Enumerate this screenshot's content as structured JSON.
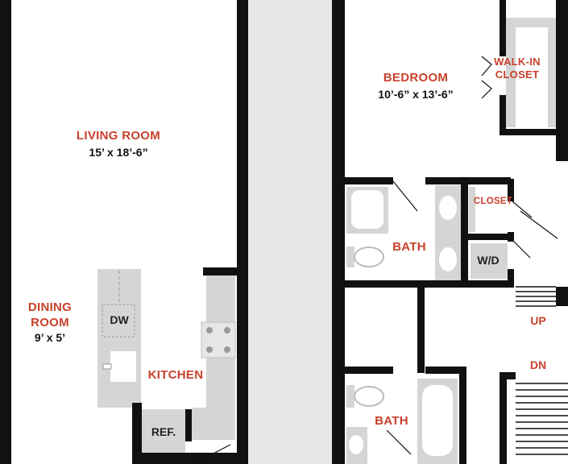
{
  "colors": {
    "wall": "#111111",
    "fixture": "#d5d5d5",
    "corridor": "#e6e6e6",
    "label": "#c8412b",
    "dimension": "#111111"
  },
  "rooms": {
    "living_room": {
      "name": "LIVING ROOM",
      "size": "15’ x  18’-6”"
    },
    "dining_room": {
      "name_line1": "DINING",
      "name_line2": "ROOM",
      "size": "9’ x  5’"
    },
    "kitchen": {
      "name": "KITCHEN"
    },
    "bedroom": {
      "name": "BEDROOM",
      "size": "10’-6” x 13’-6”"
    },
    "walk_in_closet": {
      "name_line1": "WALK-IN",
      "name_line2": "CLOSET"
    },
    "closet": {
      "name": "CLOSET"
    },
    "bath_upper": {
      "name": "BATH"
    },
    "bath_lower": {
      "name": "BATH"
    }
  },
  "fixtures": {
    "dishwasher": "DW",
    "refrigerator": "REF.",
    "washer_dryer": "W/D"
  },
  "stairs": {
    "up": "UP",
    "down": "DN"
  }
}
